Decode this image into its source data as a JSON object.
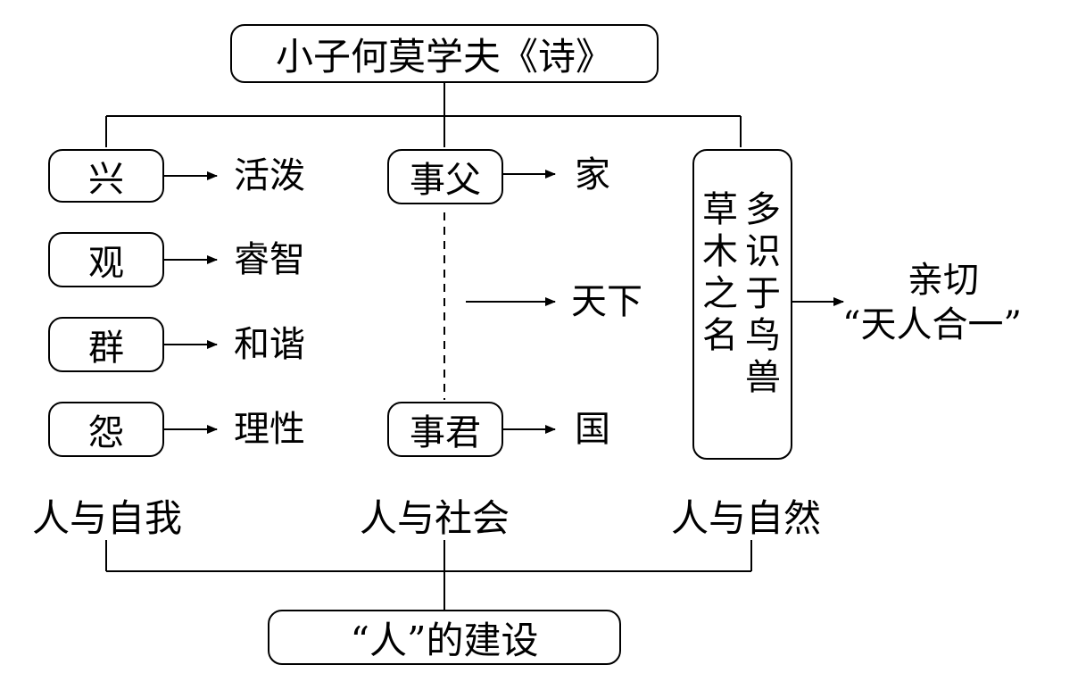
{
  "root": {
    "label": "小子何莫学夫《诗》"
  },
  "self_branch": {
    "items": [
      {
        "box": "兴",
        "result": "活泼"
      },
      {
        "box": "观",
        "result": "睿智"
      },
      {
        "box": "群",
        "result": "和谐"
      },
      {
        "box": "怨",
        "result": "理性"
      }
    ],
    "caption": "人与自我"
  },
  "society_branch": {
    "top_box": "事父",
    "top_result": "家",
    "middle_result": "天下",
    "bottom_box": "事君",
    "bottom_result": "国",
    "caption": "人与社会"
  },
  "nature_branch": {
    "column_right": "多\n识\n于\n鸟\n兽",
    "column_left": "草\n木\n之\n名",
    "result_line1": "亲切",
    "result_line2": "“天人合一”",
    "caption": "人与自然"
  },
  "bottom": {
    "label": "“人”的建设"
  }
}
